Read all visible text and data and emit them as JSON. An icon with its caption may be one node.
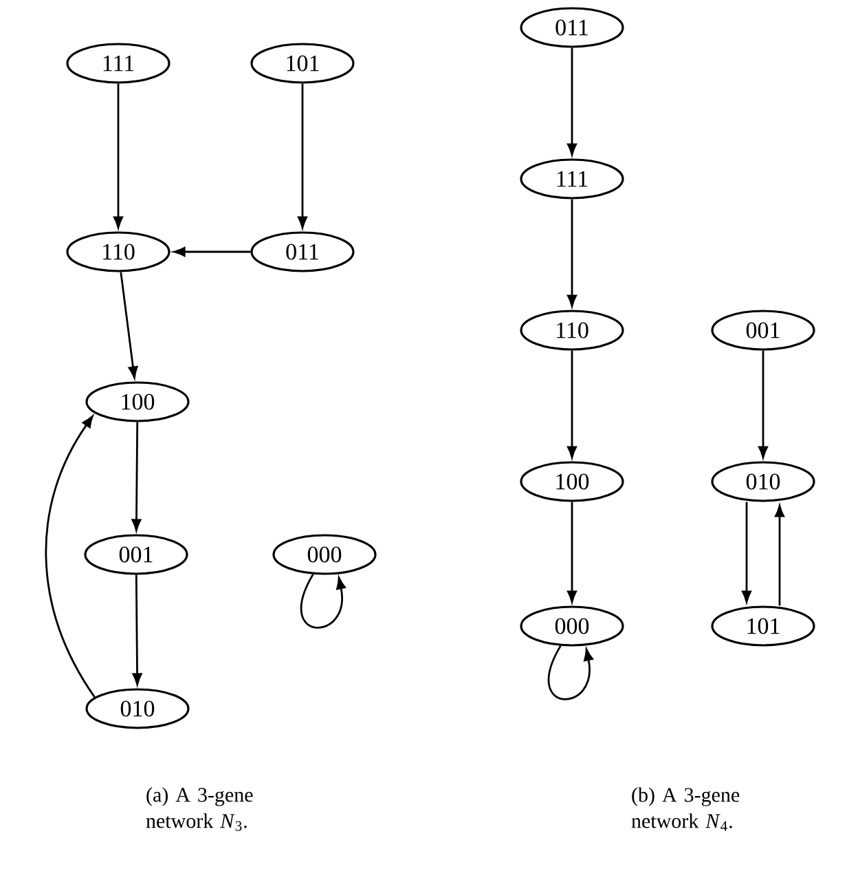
{
  "diagram": {
    "nodes": [
      {
        "text": [
          "111"
        ]
      },
      {
        "text": [
          "101"
        ]
      },
      {
        "text": [
          "110"
        ]
      },
      {
        "text": [
          "011"
        ]
      },
      {
        "text": [
          "100"
        ]
      },
      {
        "text": [
          "001"
        ]
      },
      {
        "text": [
          "010"
        ]
      },
      {
        "text": [
          "000"
        ]
      },
      {
        "text": [
          "011"
        ]
      },
      {
        "text": [
          "111"
        ]
      },
      {
        "text": [
          "110"
        ]
      },
      {
        "text": [
          "100"
        ]
      },
      {
        "text": [
          "000"
        ]
      },
      {
        "text": [
          "001"
        ]
      },
      {
        "text": [
          "010"
        ]
      },
      {
        "text": [
          "101"
        ]
      }
    ],
    "edges": [
      {
        "from": 0,
        "to": 2,
        "arrow": "to"
      },
      {
        "from": 1,
        "to": 3,
        "arrow": "to"
      },
      {
        "from": 3,
        "to": 2,
        "arrow": "to"
      },
      {
        "from": 2,
        "to": 4,
        "arrow": "to"
      },
      {
        "from": 4,
        "to": 5,
        "arrow": "to"
      },
      {
        "from": 5,
        "to": 6,
        "arrow": "to"
      },
      {
        "from": 6,
        "to": 4,
        "arrow": "to"
      },
      {
        "from": 7,
        "to": 7,
        "arrow": "to"
      },
      {
        "from": 8,
        "to": 9,
        "arrow": "to"
      },
      {
        "from": 9,
        "to": 10,
        "arrow": "to"
      },
      {
        "from": 10,
        "to": 11,
        "arrow": "to"
      },
      {
        "from": 11,
        "to": 12,
        "arrow": "to"
      },
      {
        "from": 12,
        "to": 12,
        "arrow": "to"
      },
      {
        "from": 13,
        "to": 14,
        "arrow": "to"
      },
      {
        "from": 14,
        "to": 15,
        "arrow": "to"
      },
      {
        "from": 15,
        "to": 14,
        "arrow": "to"
      }
    ],
    "labels": [
      "(a) A 3-gene network *N*$_{3}$.",
      "(b) A 3-gene network *N*$_{4}$."
    ]
  }
}
